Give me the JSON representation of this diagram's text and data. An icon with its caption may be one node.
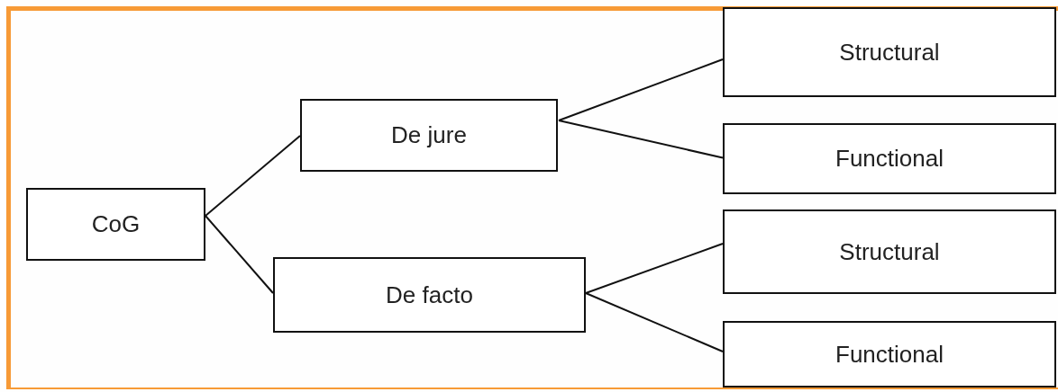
{
  "diagram": {
    "nodes": [
      {
        "text": [
          "CoG"
        ]
      },
      {
        "text": [
          "De jure"
        ]
      },
      {
        "text": [
          "De facto"
        ]
      },
      {
        "text": [
          "Structural"
        ]
      },
      {
        "text": [
          "Functional"
        ]
      },
      {
        "text": [
          "Structural"
        ]
      },
      {
        "text": [
          "Functional"
        ]
      }
    ],
    "edges": [
      {
        "from": 0,
        "to": 1,
        "arrow": "none"
      },
      {
        "from": 0,
        "to": 2,
        "arrow": "none"
      },
      {
        "from": 1,
        "to": 3,
        "arrow": "none"
      },
      {
        "from": 1,
        "to": 4,
        "arrow": "none"
      },
      {
        "from": 2,
        "to": 5,
        "arrow": "none"
      },
      {
        "from": 2,
        "to": 6,
        "arrow": "none"
      }
    ]
  }
}
